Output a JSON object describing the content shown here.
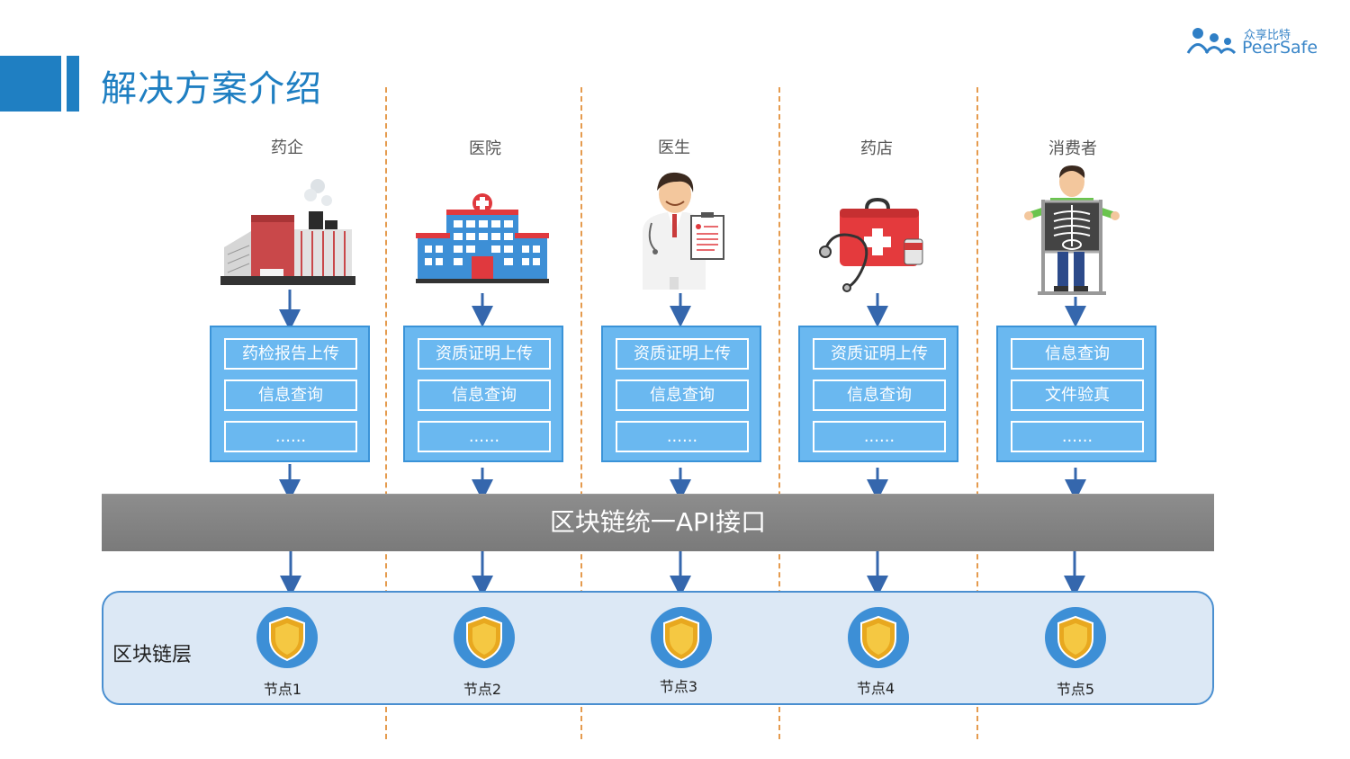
{
  "title": "解决方案介绍",
  "logo": {
    "cn": "众享比特",
    "en": "PeerSafe"
  },
  "roles": [
    {
      "label": "药企",
      "icon": "factory-icon",
      "items": [
        "药检报告上传",
        "信息查询",
        "......"
      ]
    },
    {
      "label": "医院",
      "icon": "hospital-icon",
      "items": [
        "资质证明上传",
        "信息查询",
        "......"
      ]
    },
    {
      "label": "医生",
      "icon": "doctor-icon",
      "items": [
        "资质证明上传",
        "信息查询",
        "......"
      ]
    },
    {
      "label": "药店",
      "icon": "medical-kit-icon",
      "items": [
        "资质证明上传",
        "信息查询",
        "......"
      ]
    },
    {
      "label": "消费者",
      "icon": "xray-person-icon",
      "items": [
        "信息查询",
        "文件验真",
        "......"
      ]
    }
  ],
  "api_bar": "区块链统一API接口",
  "chain_layer": {
    "label": "区块链层",
    "nodes": [
      "节点1",
      "节点2",
      "节点3",
      "节点4",
      "节点5"
    ]
  },
  "colors": {
    "accent": "#1f7fc2",
    "box_fill": "#6ab8f0",
    "divider": "#e59b4e",
    "api_bar": "#808080",
    "chain_bg": "#dce8f5"
  }
}
